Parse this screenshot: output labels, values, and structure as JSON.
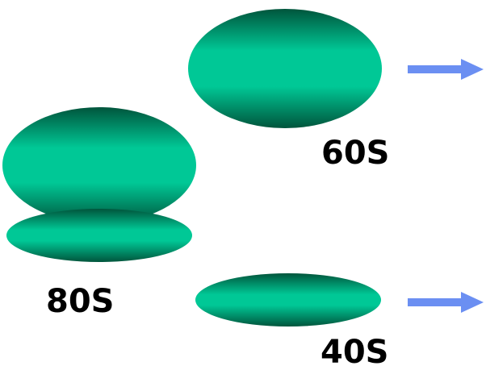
{
  "labels": {
    "large_subunit": "60S",
    "full_ribosome": "80S",
    "small_subunit": "40S"
  },
  "colors": {
    "subunit_core": "#00c896",
    "subunit_edge": "#00553c",
    "arrow": "#6b8ff2",
    "label_text": "#000000"
  }
}
